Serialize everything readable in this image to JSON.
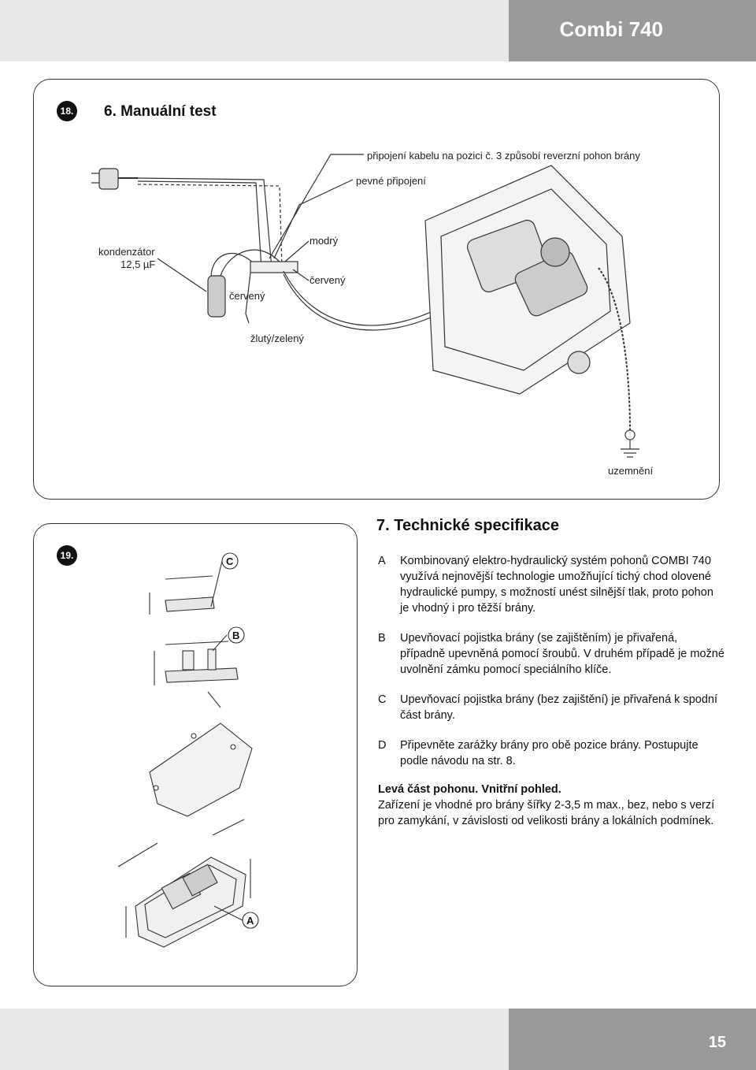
{
  "header": {
    "title": "Combi 740"
  },
  "footer": {
    "page_number": "15"
  },
  "figure18": {
    "badge": "18.",
    "title": "6. Manuální test",
    "labels": {
      "reverse_note": "připojení kabelu na pozici č. 3 způsobí reverzní pohon brány",
      "fixed_connection": "pevné připojení",
      "capacitor_line1": "kondenzátor",
      "capacitor_line2": "12,5 µF",
      "blue": "modrý",
      "red_right": "červený",
      "red_left": "červený",
      "yellow_green": "žlutý/zelený",
      "ground": "uzemnění"
    }
  },
  "figure19": {
    "badge": "19.",
    "callouts": [
      "C",
      "B",
      "A"
    ]
  },
  "specs": {
    "title": "7. Technické specifikace",
    "items": [
      {
        "letter": "A",
        "text": "Kombinovaný elektro-hydraulický systém pohonů COMBI 740 využívá nejnovější technologie umožňující tichý chod olovené hydraulické pumpy, s možností unést silnější tlak, proto pohon je vhodný i pro těžší brány."
      },
      {
        "letter": "B",
        "text": "Upevňovací pojistka brány (se zajištěním) je přivařená, případně upevněná pomocí šroubů. V druhém případě je možné uvolnění zámku pomocí speciálního klíče."
      },
      {
        "letter": "C",
        "text": "Upevňovací pojistka brány (bez zajištění) je přivařená k spodní část brány."
      },
      {
        "letter": "D",
        "text": "Připevněte zarážky brány pro obě pozice brány. Postupujte podle návodu na str. 8."
      }
    ],
    "note_title": "Levá část pohonu. Vnitřní pohled.",
    "note_text": "Zařízení je vhodné pro brány šířky 2-3,5 m max., bez, nebo s verzí pro zamykání, v závislosti od velikosti brány a lokálních podmínek."
  }
}
